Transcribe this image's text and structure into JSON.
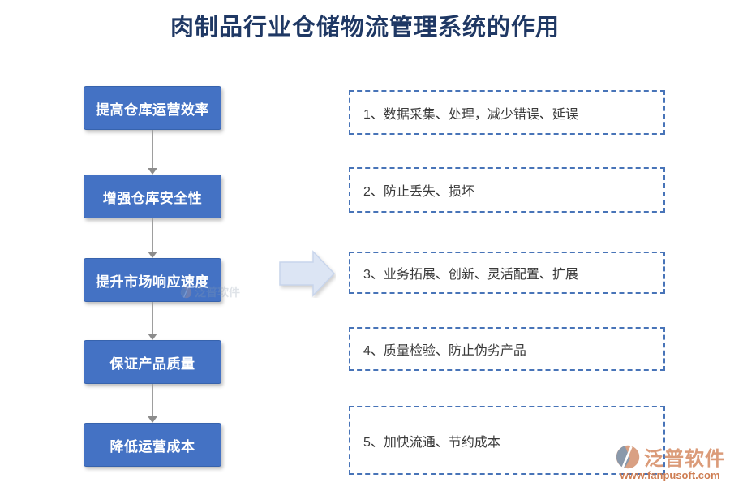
{
  "title": "肉制品行业仓储物流管理系统的作用",
  "left_boxes": [
    {
      "label": "提高仓库运营效率"
    },
    {
      "label": "增强仓库安全性"
    },
    {
      "label": "提升市场响应速度"
    },
    {
      "label": "保证产品质量"
    },
    {
      "label": "降低运营成本"
    }
  ],
  "right_boxes": [
    {
      "text": "1、数据采集、处理，减少错误、延误"
    },
    {
      "text": "2、防止丢失、损坏"
    },
    {
      "text": "3、业务拓展、创新、灵活配置、扩展"
    },
    {
      "text": "4、质量检验、防止伪劣产品"
    },
    {
      "text": "5、加快流通、节约成本"
    }
  ],
  "logo": {
    "name": "泛普软件",
    "url": "www.fanpusoft.com"
  },
  "watermark": "泛普软件",
  "colors": {
    "title": "#1F3864",
    "box_fill": "#4472C4",
    "box_text": "#FFFFFF",
    "dashed_border": "#4874B8",
    "detail_text": "#3A3A3A",
    "connector": "#9E9E9E",
    "big_arrow_fill": "#DCE5F4",
    "logo_accent": "#DB9B79",
    "logo_gray": "#8A99AB"
  }
}
